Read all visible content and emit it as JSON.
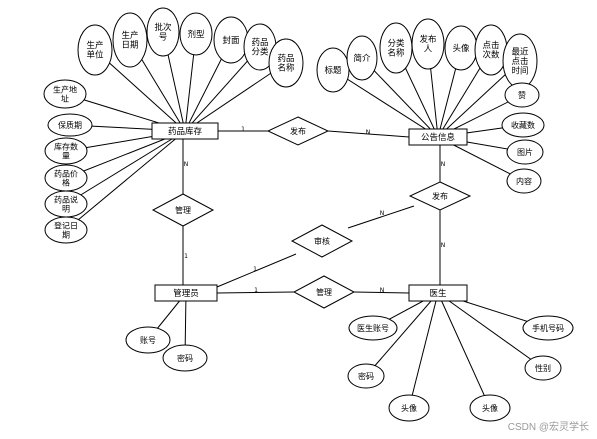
{
  "entities": {
    "drug_stock": "药品库存",
    "announcement": "公告信息",
    "admin": "管理员",
    "doctor": "医生"
  },
  "relations": {
    "publish_top": "发布",
    "manage_left": "管理",
    "publish_right": "发布",
    "approve": "审核",
    "manage_bottom": "管理"
  },
  "drug_attrs": {
    "maker": "生产\n单位",
    "prod_date": "生产\n日期",
    "batch": "批次\n号",
    "dosage": "剂型",
    "cover": "封面",
    "category": "药品\n分类",
    "name": "药品\n名称",
    "origin": "生产地\n址",
    "shelf": "保质期",
    "qty": "库存数\n量",
    "price": "药品价\n格",
    "desc": "药品说\n明",
    "reg_date": "登记日\n期"
  },
  "announce_attrs": {
    "title": "标题",
    "intro": "简介",
    "category": "分类\n名称",
    "publisher": "发布\n人",
    "avatar": "头像",
    "clicks": "点击\n次数",
    "last_click": "最近\n点击\n时间",
    "like": "赞",
    "favorites": "收藏数",
    "image": "图片",
    "content": "内容"
  },
  "admin_attrs": {
    "account": "账号",
    "password": "密码"
  },
  "doctor_attrs": {
    "account": "医生账号",
    "password": "密码",
    "avatar_1": "头像",
    "avatar_2": "头像",
    "gender": "性别",
    "phone": "手机号码"
  },
  "cardinality": {
    "one": "1",
    "many": "N"
  },
  "watermark": "CSDN @宏灵学长"
}
